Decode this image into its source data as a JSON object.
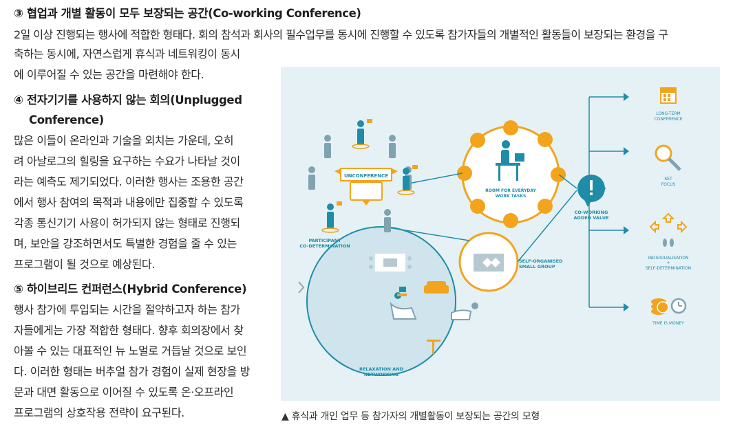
{
  "sections": {
    "s3": {
      "heading": "③ 협업과 개별 활동이 모두 보장되는 공간(Co-working Conference)",
      "lines": [
        "2일 이상 진행되는 행사에 적합한 형태다. 회의 참석과 회사의 필수업무를 동시에 진행할 수 있도록 참가자들의 개별적인 활동들이 보장되는 환경을 구",
        "축하는 동시에, 자연스럽게 휴식과 네트워킹이 동시",
        "에 이루어질 수 있는 공간을 마련해야 한다."
      ]
    },
    "s4": {
      "heading_line1": "④ 전자기기를 사용하지 않는 회의(Unplugged",
      "heading_line2": "Conference)",
      "lines": [
        "많은 이들이 온라인과 기술을 외치는 가운데, 오히",
        "려 아날로그의 힐링을 요구하는 수요가 나타날 것이",
        "라는 예측도 제기되었다. 이러한 행사는 조용한 공간",
        "에서 행사 참여의 목적과 내용에만 집중할 수 있도록",
        "각종 통신기기 사용이 허가되지 않는 형태로 진행되",
        "며, 보안을 강조하면서도 특별한 경험을 줄 수 있는",
        "프로그램이 될 것으로 예상된다."
      ]
    },
    "s5": {
      "heading": "⑤ 하이브리드 컨퍼런스(Hybrid Conference)",
      "lines": [
        "행사 참가에 투입되는 시간을 절약하고자 하는 참가",
        "자들에게는 가장 적합한 형태다. 향후 회의장에서 찾",
        "아볼 수 있는 대표적인 뉴 노멀로 거듭날 것으로 보인",
        "다. 이러한 형태는 버추얼 참가 경험이 실제 현장을 방",
        "문과 대면 활동으로 이어질 수 있도록 온·오프라인",
        "프로그램의 상호작용 전략이 요구된다."
      ]
    }
  },
  "figure": {
    "unconference": "UNCONFERENCE",
    "participant_1": "PARTICIPANT",
    "participant_2": "CO-DETERMINATION",
    "room_1": "ROOM FOR EVERYDAY",
    "room_2": "WORK TASKS",
    "coworking_1": "CO-WORKING",
    "coworking_2": "ADDED VALUE",
    "self_org_1": "SELF-ORGANISED",
    "self_org_2": "SMALL GROUP",
    "relax_1": "RELAXATION AND",
    "relax_2": "NETWORKING",
    "longterm_1": "LONG-TERM",
    "longterm_2": "CONFERENCE",
    "set_1": "SET",
    "set_2": "FOCUS",
    "indiv_1": "INDIVIDUALISATION",
    "indiv_2": "+",
    "indiv_3": "SELF-DETERMINATION",
    "time": "TIME IS MONEY",
    "colors": {
      "teal": "#1f8ca8",
      "orange": "#f2a41c",
      "bg": "#e6f1f5",
      "circle": "#cfe4ec"
    }
  },
  "caption": "▲ 휴식과 개인 업무 등 참가자의 개별활동이 보장되는 공간의 모형"
}
